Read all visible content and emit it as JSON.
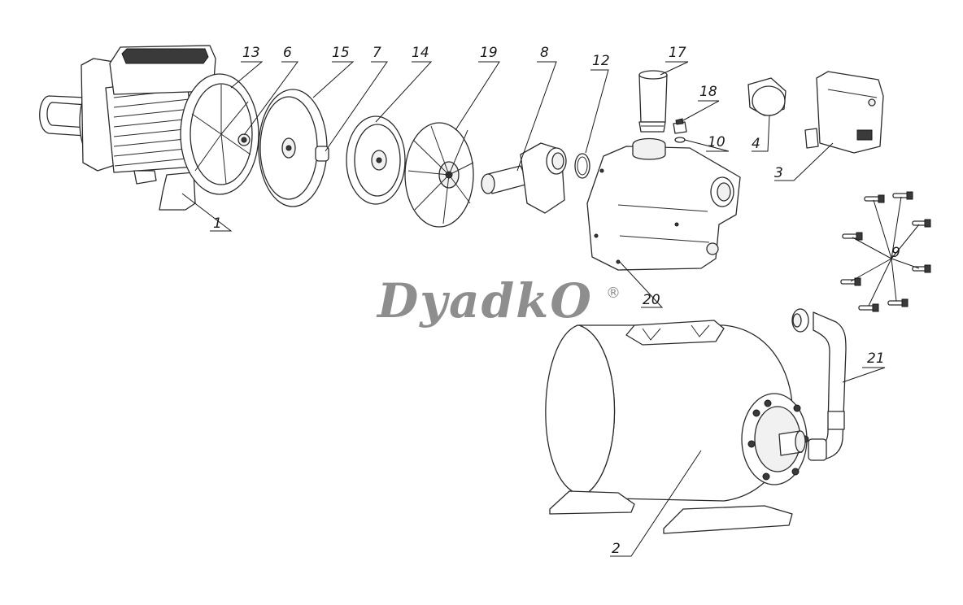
{
  "watermark": {
    "text": "DyadkO",
    "mark": "®"
  },
  "callouts": {
    "c1": "1",
    "c2": "2",
    "c3": "3",
    "c4": "4",
    "c6": "6",
    "c7": "7",
    "c8": "8",
    "c9": "9",
    "c10": "10",
    "c12": "12",
    "c13": "13",
    "c14": "14",
    "c15": "15",
    "c17": "17",
    "c18": "18",
    "c19": "19",
    "c20": "20",
    "c21": "21"
  },
  "parts": [
    "motor",
    "pump-bracket",
    "mechanical-seal",
    "seal-plate",
    "o-ring-gasket",
    "diffuser",
    "impeller",
    "ejector",
    "sealing-ring",
    "inlet-fitting",
    "drain-plug",
    "plug-washer",
    "capacitor",
    "pressure-switch",
    "bolts",
    "pump-housing",
    "pressure-tank",
    "flexible-hose"
  ]
}
